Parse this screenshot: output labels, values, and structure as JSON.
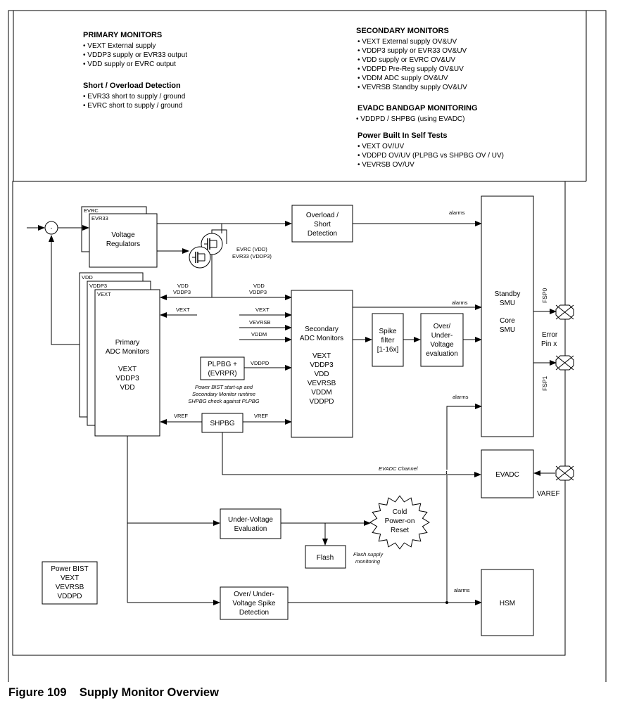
{
  "primary_monitors": {
    "title": "PRIMARY MONITORS",
    "items": [
      "• VEXT External supply",
      "• VDDP3 supply or EVR33 output",
      "• VDD supply or EVRC output"
    ]
  },
  "short_overload": {
    "title": "Short / Overload Detection",
    "items": [
      "• EVR33 short to supply / ground",
      "• EVRC short to supply / ground"
    ]
  },
  "secondary_monitors": {
    "title": "SECONDARY MONITORS",
    "items": [
      "• VEXT External supply  OV&UV",
      "• VDDP3 supply or EVR33 OV&UV",
      "• VDD supply or EVRC OV&UV",
      "• VDDPD Pre-Reg supply OV&UV",
      "• VDDM ADC supply OV&UV",
      "• VEVRSB Standby supply OV&UV"
    ]
  },
  "evadc_bandgap": {
    "title": "EVADC BANDGAP MONITORING",
    "items": [
      "• VDDPD / SHPBG (using EVADC)"
    ]
  },
  "power_bist_tests": {
    "title": "Power Built In Self Tests",
    "items": [
      "• VEXT OV/UV",
      "• VDDPD OV/UV  (PLPBG vs SHPBG OV / UV)",
      "• VEVRSB OV/UV"
    ]
  },
  "blocks": {
    "evrc": "EVRC",
    "evr33": "EVR33",
    "voltage_regulators": [
      "Voltage",
      "Regulators"
    ],
    "overload_short": [
      "Overload  /",
      "Short",
      "Detection"
    ],
    "vdd_stack": "VDD",
    "vddp3_stack": "VDDP3",
    "vext_stack": "VEXT",
    "primary_adc": [
      "Primary",
      "ADC Monitors",
      "",
      "VEXT",
      "VDDP3",
      "VDD"
    ],
    "plpbg": [
      "PLPBG +",
      "(EVRPR)"
    ],
    "shpbg": "SHPBG",
    "secondary_adc": [
      "Secondary",
      "ADC Monitors",
      "",
      "VEXT",
      "VDDP3",
      "VDD",
      "VEVRSB",
      "VDDM",
      "VDDPD"
    ],
    "spike_filter": [
      "Spike",
      "filter",
      "[1-16x]"
    ],
    "ov_uv_eval": [
      "Over/",
      "Under-",
      "Voltage",
      "evaluation"
    ],
    "smu": [
      "Standby",
      "SMU",
      "",
      "Core",
      "SMU"
    ],
    "evadc": "EVADC",
    "uv_eval": [
      "Under-Voltage",
      "Evaluation"
    ],
    "cold_reset": [
      "Cold",
      "Power-on",
      "Reset"
    ],
    "flash": "Flash",
    "ov_uv_spike": [
      "Over/ Under-",
      "Voltage Spike",
      "Detection"
    ],
    "hsm": "HSM",
    "power_bist": [
      "Power BIST",
      "VEXT",
      "VEVRSB",
      "VDDPD"
    ]
  },
  "labels": {
    "evrc_vdd": "EVRC (VDD)",
    "evr33_vddp3": "EVR33 (VDDP3)",
    "alarms": "alarms",
    "vdd": "VDD",
    "vddp3": "VDDP3",
    "vext": "VEXT",
    "vevrsb": "VEVRSB",
    "vddm": "VDDM",
    "vddpd": "VDDPD",
    "vref": "VREF",
    "bist_note": [
      "Power BIST start-up and",
      "Secondary Monitor runtime",
      "SHPBG check against PLPBG"
    ],
    "evadc_channel": "EVADC Channel",
    "flash_note": [
      "Flash supply",
      "monitoring"
    ],
    "fsp0": "FSP0",
    "fsp1": "FSP1",
    "error_pin": [
      "Error",
      "Pin x"
    ],
    "varef": "VAREF",
    "minus": "-"
  },
  "caption": "Figure 109    Supply Monitor Overview"
}
